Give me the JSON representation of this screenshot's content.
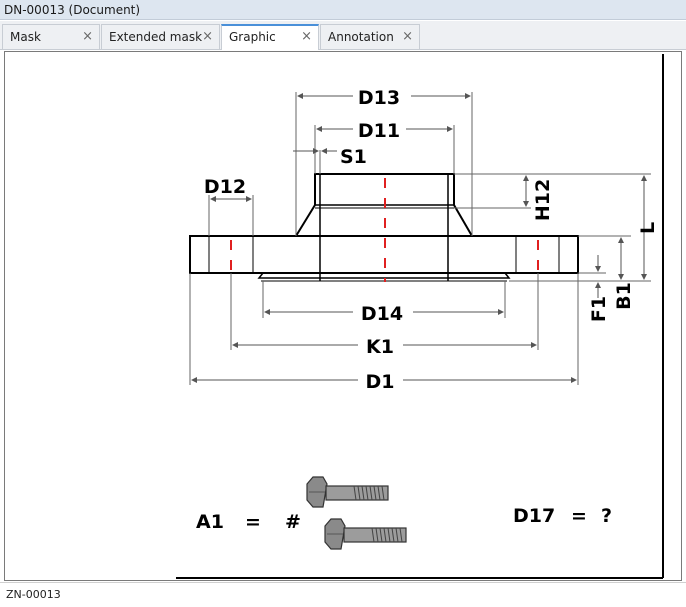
{
  "window": {
    "title": "DN-00013 (Document)"
  },
  "tabs": [
    {
      "label": "Mask",
      "close": "×"
    },
    {
      "label": "Extended mask",
      "close": "×"
    },
    {
      "label": "Graphic",
      "close": "×"
    },
    {
      "label": "Annotation",
      "close": "×"
    }
  ],
  "active_tab": "Graphic",
  "drawing": {
    "labels": {
      "d13": "D13",
      "d11": "D11",
      "s1": "S1",
      "d12": "D12",
      "h12": "H12",
      "l": "L",
      "d14": "D14",
      "k1": "K1",
      "d1": "D1",
      "f1": "F1",
      "b1": "B1"
    },
    "a1_label": "A1",
    "a1_eq": "=",
    "a1_value": "#",
    "d17_label": "D17",
    "d17_eq": "=",
    "d17_value": "?",
    "icons": [
      "bolt-icon",
      "bolt-icon"
    ]
  },
  "status": {
    "text": "ZN-00013"
  }
}
